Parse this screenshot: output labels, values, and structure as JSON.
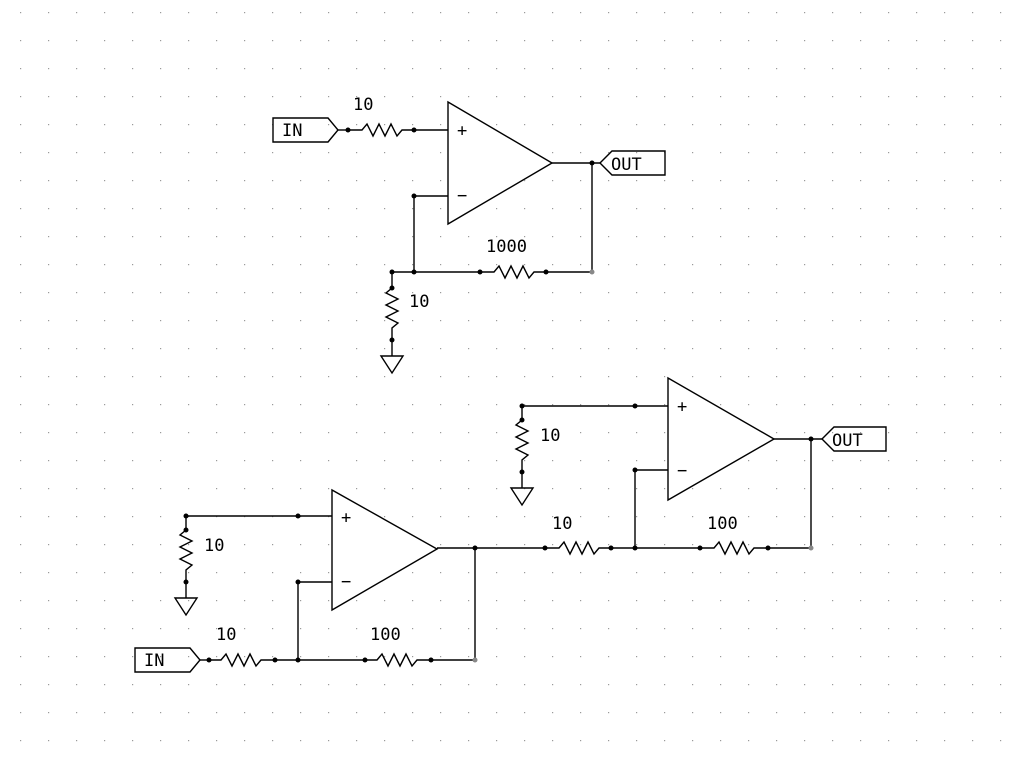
{
  "colors": {
    "background": "#ffffff",
    "wire": "#000000",
    "grid": "#9a9a9a"
  },
  "circuit_1": {
    "input_label": "IN",
    "output_label": "OUT",
    "opamp": {
      "plus": "+",
      "minus": "−"
    },
    "r_in": "10",
    "r_feedback": "1000",
    "r_ground": "10"
  },
  "circuit_2": {
    "input_label": "IN",
    "output_label": "OUT",
    "stage1": {
      "opamp": {
        "plus": "+",
        "minus": "−"
      },
      "r_plus_ground": "10",
      "r_in": "10",
      "r_feedback": "100"
    },
    "stage2": {
      "opamp": {
        "plus": "+",
        "minus": "−"
      },
      "r_plus_ground": "10",
      "r_in": "10",
      "r_feedback": "100"
    }
  }
}
